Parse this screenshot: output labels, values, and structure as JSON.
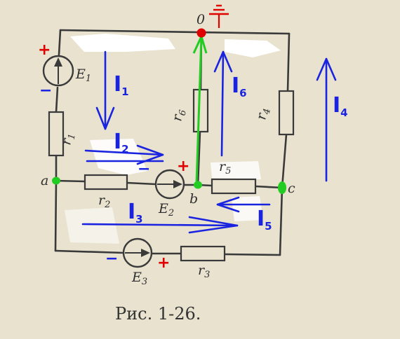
{
  "caption": "Рис. 1-26.",
  "nodes": {
    "a": "a",
    "b": "b",
    "c": "c",
    "o": "0"
  },
  "resistors": {
    "r1": "r",
    "r2": "r",
    "r3": "r",
    "r4": "r",
    "r5": "r",
    "r6": "r"
  },
  "resistor_subscripts": {
    "r1": "1",
    "r2": "2",
    "r3": "3",
    "r4": "4",
    "r5": "5",
    "r6": "6"
  },
  "sources": {
    "E1": "E",
    "E2": "E",
    "E3": "E"
  },
  "source_subscripts": {
    "E1": "1",
    "E2": "2",
    "E3": "3"
  },
  "currents": {
    "I1": "I",
    "I2": "I",
    "I3": "I",
    "I4": "I",
    "I5": "I",
    "I6": "I"
  },
  "current_subscripts": {
    "I1": "1",
    "I2": "2",
    "I3": "3",
    "I4": "4",
    "I5": "5",
    "I6": "6"
  },
  "polarity": {
    "plus": "+",
    "minus": "−"
  },
  "colors": {
    "wire": "#3a3a3a",
    "annotation_blue": "#1a24e0",
    "annotation_red": "#e00000",
    "annotation_green": "#22cc22",
    "paper": "#e8e2cf"
  }
}
